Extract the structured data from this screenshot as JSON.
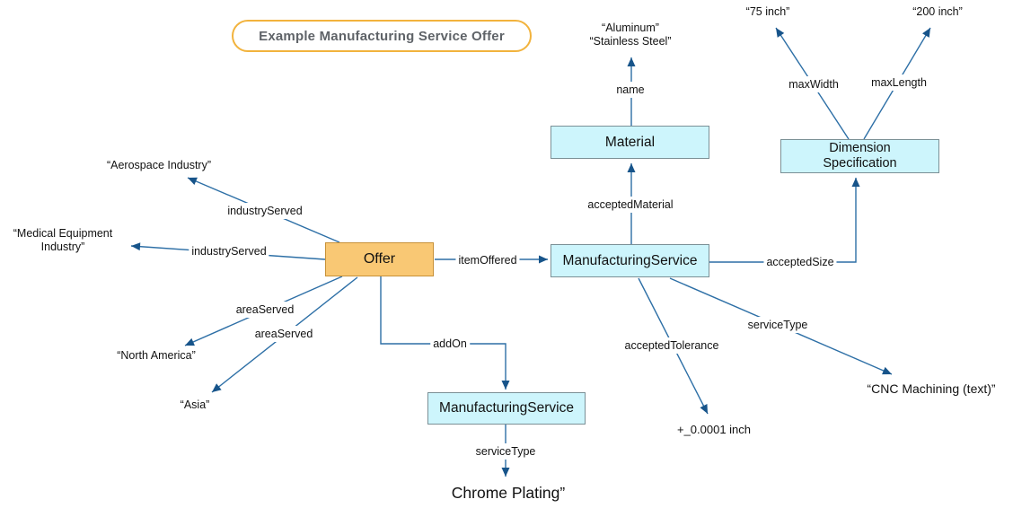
{
  "title": "Example Manufacturing Service Offer",
  "nodes": {
    "offer": "Offer",
    "manufacturing_service": "ManufacturingService",
    "material": "Material",
    "dimension_specification_line1": "Dimension",
    "dimension_specification_line2": "Specification",
    "addon_manufacturing_service": "ManufacturingService"
  },
  "edges": {
    "name": "name",
    "accepted_material": "acceptedMaterial",
    "max_width": "maxWidth",
    "max_length": "maxLength",
    "industry_served_1": "industryServed",
    "industry_served_2": "industryServed",
    "area_served_1": "areaServed",
    "area_served_2": "areaServed",
    "item_offered": "itemOffered",
    "accepted_size": "acceptedSize",
    "add_on": "addOn",
    "accepted_tolerance": "acceptedTolerance",
    "service_type_right": "serviceType",
    "service_type_bottom": "serviceType"
  },
  "literals": {
    "aluminum_line1": "“Aluminum”",
    "aluminum_line2": "“Stainless Steel”",
    "inch_75": "“75 inch”",
    "inch_200": "“200 inch”",
    "aerospace": "“Aerospace Industry”",
    "medical_line1": "“Medical Equipment",
    "medical_line2": "Industry”",
    "north_america": "“North America”",
    "asia": "“Asia”",
    "cnc_machining": "“CNC Machining (text)”",
    "tolerance": "+_0.0001 inch",
    "chrome_plating": "Chrome Plating”"
  },
  "colors": {
    "node_cyan_fill": "#cdf5fc",
    "node_cyan_border": "#7b9096",
    "offer_fill": "#f9c874",
    "offer_border": "#c79138",
    "edge_stroke": "#2d6fa6",
    "arrow_fill": "#17548a",
    "title_border": "#f2b33d",
    "title_text": "#5f6368"
  }
}
